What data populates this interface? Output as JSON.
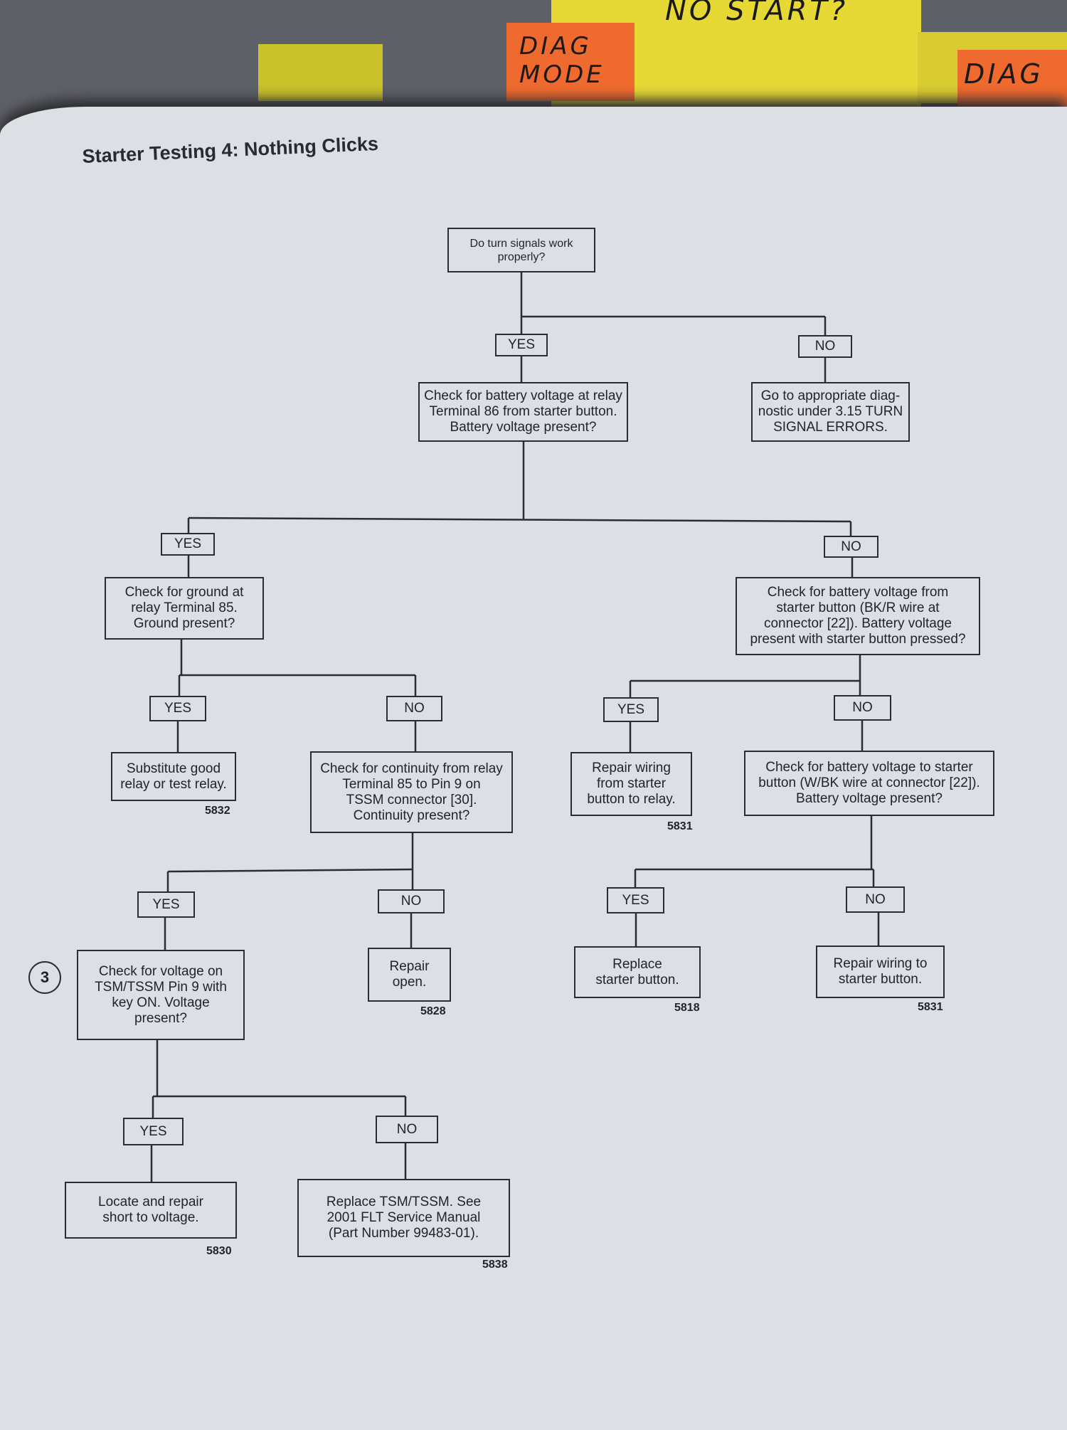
{
  "sticky_notes": {
    "diag_mode": "DIAG MODE",
    "no_start": "NO START?",
    "diag_right": "DIAG"
  },
  "title": "Starter Testing 4: Nothing Clicks",
  "nodes": {
    "q_turn_signals": "Do turn signals work\nproperly?",
    "q_relay_86": "Check for battery voltage at relay\nTerminal 86 from starter button.\nBattery voltage present?",
    "go_turn_signal": "Go to appropriate diag-\nnostic under 3.15 TURN\nSIGNAL ERRORS.",
    "q_ground_85": "Check for ground at\nrelay Terminal 85.\nGround present?",
    "q_from_starter_button": "Check for battery voltage from\nstarter button (BK/R wire at\nconnector [22]). Battery voltage\npresent with starter button pressed?",
    "substitute_relay": "Substitute good\nrelay or test relay.",
    "q_continuity": "Check for continuity from relay\nTerminal 85 to Pin 9 on\nTSSM connector [30].\nContinuity present?",
    "repair_wiring_relay": "Repair wiring\nfrom starter\nbutton to relay.",
    "q_to_starter_button": "Check for battery voltage to starter\nbutton (W/BK wire at connector [22]).\nBattery voltage present?",
    "q_tsm_pin9": "Check for voltage on\nTSM/TSSM Pin 9 with\nkey ON. Voltage\npresent?",
    "repair_open": "Repair\nopen.",
    "replace_starter_button": "Replace\nstarter button.",
    "repair_wiring_starter": "Repair wiring to\nstarter button.",
    "locate_short": "Locate and repair\nshort to voltage.",
    "replace_tsm": "Replace TSM/TSSM. See\n2001 FLT Service Manual\n(Part Number 99483-01)."
  },
  "labels": {
    "yes": "YES",
    "no": "NO"
  },
  "codes": {
    "substitute_relay": "5832",
    "repair_wiring_relay": "5831",
    "repair_open": "5828",
    "replace_starter_button": "5818",
    "repair_wiring_starter": "5831",
    "locate_short": "5830",
    "replace_tsm": "5838"
  },
  "step_marker": "3",
  "colors": {
    "page": "#dcdfe3",
    "ink": "#2c2c36",
    "yellow": "#e8d832",
    "orange": "#f06a2e"
  }
}
